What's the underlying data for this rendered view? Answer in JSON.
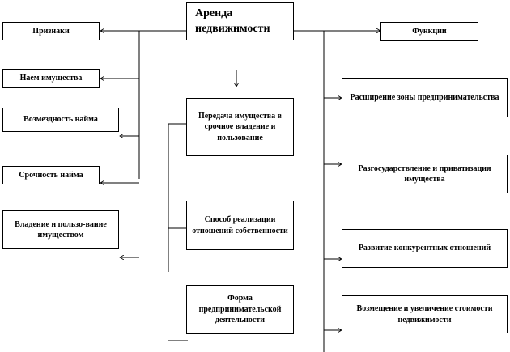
{
  "root": "Аренда недвижимости",
  "left_header": "Признаки",
  "left_items": [
    "Наем имущества",
    "Возмездность найма",
    "Срочность найма",
    "Владение и пользо-вание имуществом"
  ],
  "center_items": [
    "Передача имущества в срочное владение и пользование",
    "Способ реализации отношений собственности",
    "Форма предпринимательской деятельности"
  ],
  "right_header": "Функции",
  "right_items": [
    "Расширение зоны предпринимательства",
    "Разгосударствление и приватизация имущества",
    "Развитие конкурентных отношений",
    "Возмещение и увеличение стоимости недвижимости"
  ]
}
